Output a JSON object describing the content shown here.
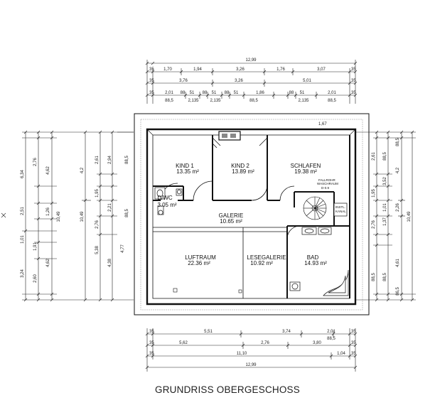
{
  "caption": "GRUNDRISS OBERGESCHOSS",
  "rooms": [
    {
      "name": "KIND 1",
      "area": "13.35 m²"
    },
    {
      "name": "KIND 2",
      "area": "13.89 m²"
    },
    {
      "name": "SCHLAFEN",
      "area": "19.38 m²"
    },
    {
      "name": "D/WC",
      "area": "3.05 m²"
    },
    {
      "name": "GALERIE",
      "area": "10.65 m²"
    },
    {
      "name": "LUFTRAUM",
      "area": "22.36 m²"
    },
    {
      "name": "LESEGALERIE",
      "area": "10.92 m²"
    },
    {
      "name": "BAD",
      "area": "14.93 m²"
    }
  ],
  "fallrohr": {
    "line1": "FALLROHR",
    "line2": "WASCHRAUM",
    "line3": "D-0.9"
  },
  "install_kanal": {
    "line1": "INSTL.",
    "line2": "KANAL"
  },
  "stair_label": "1,67",
  "dims_top": {
    "overall": "12,99",
    "row2": [
      "35",
      "1,70",
      "1,94",
      "3,26",
      "1,76",
      "3,07",
      "35"
    ],
    "row3": [
      "35",
      "3,76",
      "3,26",
      "5,01",
      "35"
    ],
    "row4": [
      "35",
      "2,01",
      "88",
      "51",
      "88",
      "51",
      "88",
      "51",
      "1,86",
      "88",
      "51",
      "2,01",
      "35"
    ],
    "row4b": [
      "88,5",
      "2,135",
      "2,135",
      "88,5",
      "2,135",
      "88,5"
    ]
  },
  "dims_bottom": {
    "row1": [
      "35",
      "5,51",
      "3,74",
      "2,01",
      "35"
    ],
    "row1b": [
      "88,5"
    ],
    "row2": [
      "35",
      "5,62",
      "2,76",
      "3,80",
      "35"
    ],
    "row3": [
      "35",
      "11,10",
      "1,04",
      "35"
    ],
    "overall": "12,99"
  },
  "dims_left_a": [
    "6,34",
    "2,51",
    "1,01",
    "3,24",
    "10,49"
  ],
  "dims_left_b": [
    "2,76",
    "4,62",
    "1,26",
    "1,91",
    "4,62",
    "2,60"
  ],
  "dims_left_c": [
    "4,2",
    "5,38",
    "10,49"
  ],
  "dims_left_d": [
    "2,61",
    "1,95",
    "2,21",
    "2,76",
    "88,5",
    "2,94",
    "4,38",
    "4,77",
    "88,5"
  ],
  "dims_right_a": [
    "2,61",
    "1,95",
    "2,76",
    "88,5",
    "88,5",
    "1,01",
    "88,5"
  ],
  "dims_right_b": [
    "3,52",
    "2,26",
    "4,61",
    "4,2",
    "10,49"
  ],
  "dims_right_c": [
    "88,5",
    "1,37",
    "86,5"
  ]
}
